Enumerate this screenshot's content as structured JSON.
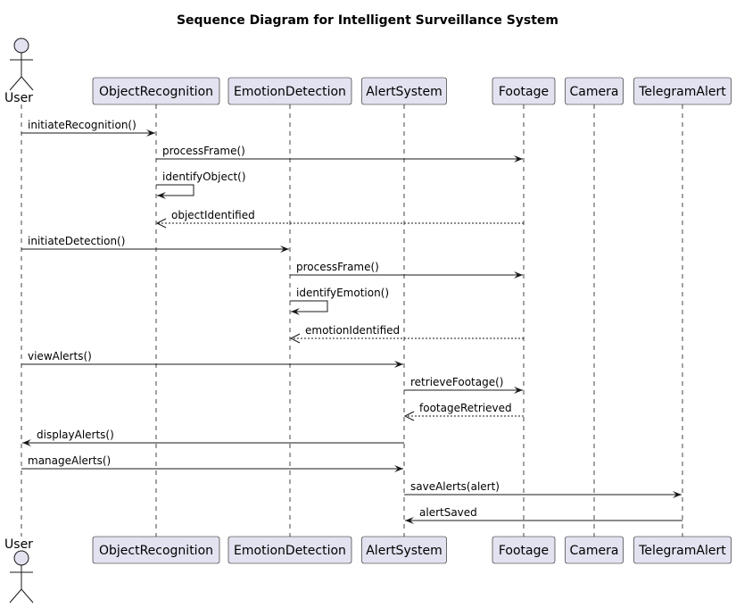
{
  "title": "Sequence Diagram for Intelligent Surveillance System",
  "participants": [
    {
      "id": "user",
      "label": "User",
      "kind": "actor"
    },
    {
      "id": "objectrecognition",
      "label": "ObjectRecognition",
      "kind": "participant"
    },
    {
      "id": "emotiondetection",
      "label": "EmotionDetection",
      "kind": "participant"
    },
    {
      "id": "alertsystem",
      "label": "AlertSystem",
      "kind": "participant"
    },
    {
      "id": "footage",
      "label": "Footage",
      "kind": "participant"
    },
    {
      "id": "camera",
      "label": "Camera",
      "kind": "participant"
    },
    {
      "id": "telegramalert",
      "label": "TelegramAlert",
      "kind": "participant"
    }
  ],
  "messages": [
    {
      "from": "user",
      "to": "objectrecognition",
      "label": "initiateRecognition()",
      "style": "sync"
    },
    {
      "from": "objectrecognition",
      "to": "footage",
      "label": "processFrame()",
      "style": "sync"
    },
    {
      "from": "objectrecognition",
      "to": "objectrecognition",
      "label": "identifyObject()",
      "style": "self"
    },
    {
      "from": "footage",
      "to": "objectrecognition",
      "label": "objectIdentified",
      "style": "reply"
    },
    {
      "from": "user",
      "to": "emotiondetection",
      "label": "initiateDetection()",
      "style": "sync"
    },
    {
      "from": "emotiondetection",
      "to": "footage",
      "label": "processFrame()",
      "style": "sync"
    },
    {
      "from": "emotiondetection",
      "to": "emotiondetection",
      "label": "identifyEmotion()",
      "style": "self"
    },
    {
      "from": "footage",
      "to": "emotiondetection",
      "label": "emotionIdentified",
      "style": "reply"
    },
    {
      "from": "user",
      "to": "alertsystem",
      "label": "viewAlerts()",
      "style": "sync"
    },
    {
      "from": "alertsystem",
      "to": "footage",
      "label": "retrieveFootage()",
      "style": "sync"
    },
    {
      "from": "footage",
      "to": "alertsystem",
      "label": "footageRetrieved",
      "style": "reply"
    },
    {
      "from": "alertsystem",
      "to": "user",
      "label": "displayAlerts()",
      "style": "sync"
    },
    {
      "from": "user",
      "to": "alertsystem",
      "label": "manageAlerts()",
      "style": "sync"
    },
    {
      "from": "alertsystem",
      "to": "telegramalert",
      "label": "saveAlerts(alert)",
      "style": "sync"
    },
    {
      "from": "telegramalert",
      "to": "alertsystem",
      "label": "alertSaved",
      "style": "sync"
    }
  ]
}
